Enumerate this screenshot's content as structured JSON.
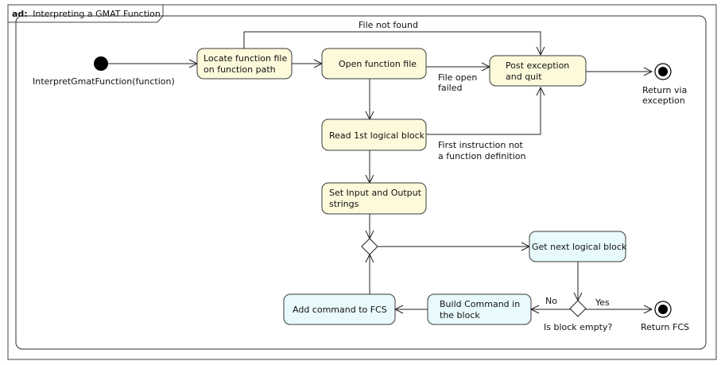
{
  "diagram": {
    "header_prefix": "ad:",
    "header_title": "Interpreting a GMAT Function",
    "colors": {
      "action_fill": "#fdf9db",
      "action_alt_fill": "#e9fafc",
      "stroke": "#3a3a3a",
      "initial": "#000000"
    },
    "start_label": "InterpretGmatFunction(function)",
    "nodes": {
      "locate": [
        "Locate function file",
        "on function path"
      ],
      "open": [
        "Open function file"
      ],
      "post": [
        "Post exception",
        "and quit"
      ],
      "read": [
        "Read 1st logical block"
      ],
      "setio": [
        "Set Input and Output",
        "strings"
      ],
      "getnext": [
        "Get next logical block"
      ],
      "build": [
        "Build Command in",
        "the block"
      ],
      "addcmd": [
        "Add command to FCS"
      ]
    },
    "finals": {
      "exception": [
        "Return via",
        "exception"
      ],
      "fcs": [
        "Return FCS"
      ]
    },
    "edge_labels": {
      "not_found": "File not found",
      "open_failed": [
        "File open",
        "failed"
      ],
      "first_instr": [
        "First instruction not",
        "a function definition"
      ],
      "no": "No",
      "yes": "Yes",
      "empty_q": "Is block empty?"
    }
  }
}
